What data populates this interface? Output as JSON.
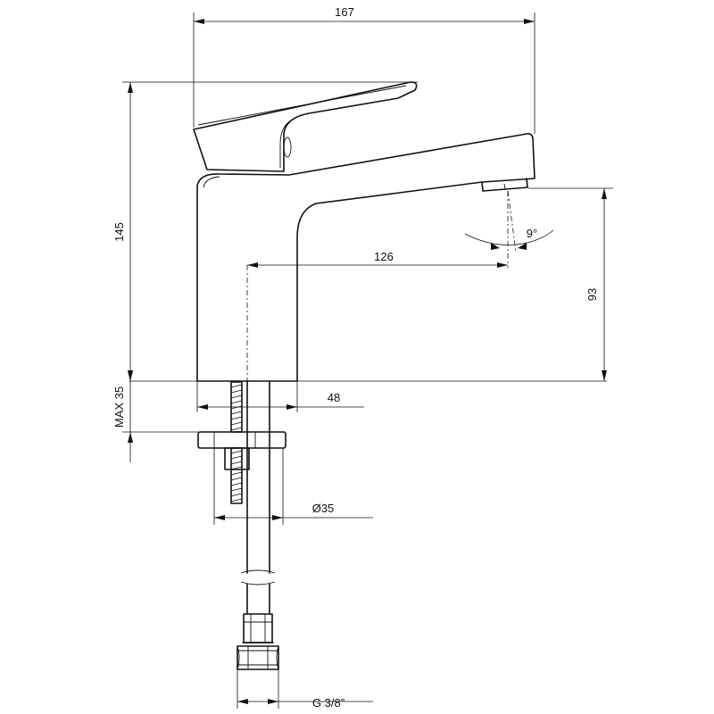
{
  "dimensions": {
    "overall_width": "167",
    "overall_height": "145",
    "spout_reach": "126",
    "spout_height": "93",
    "body_width": "48",
    "max_deck_thickness": "MAX 35",
    "hole_diameter": "Ø35",
    "connection_thread": "G 3/8”",
    "spray_angle": "9°"
  }
}
